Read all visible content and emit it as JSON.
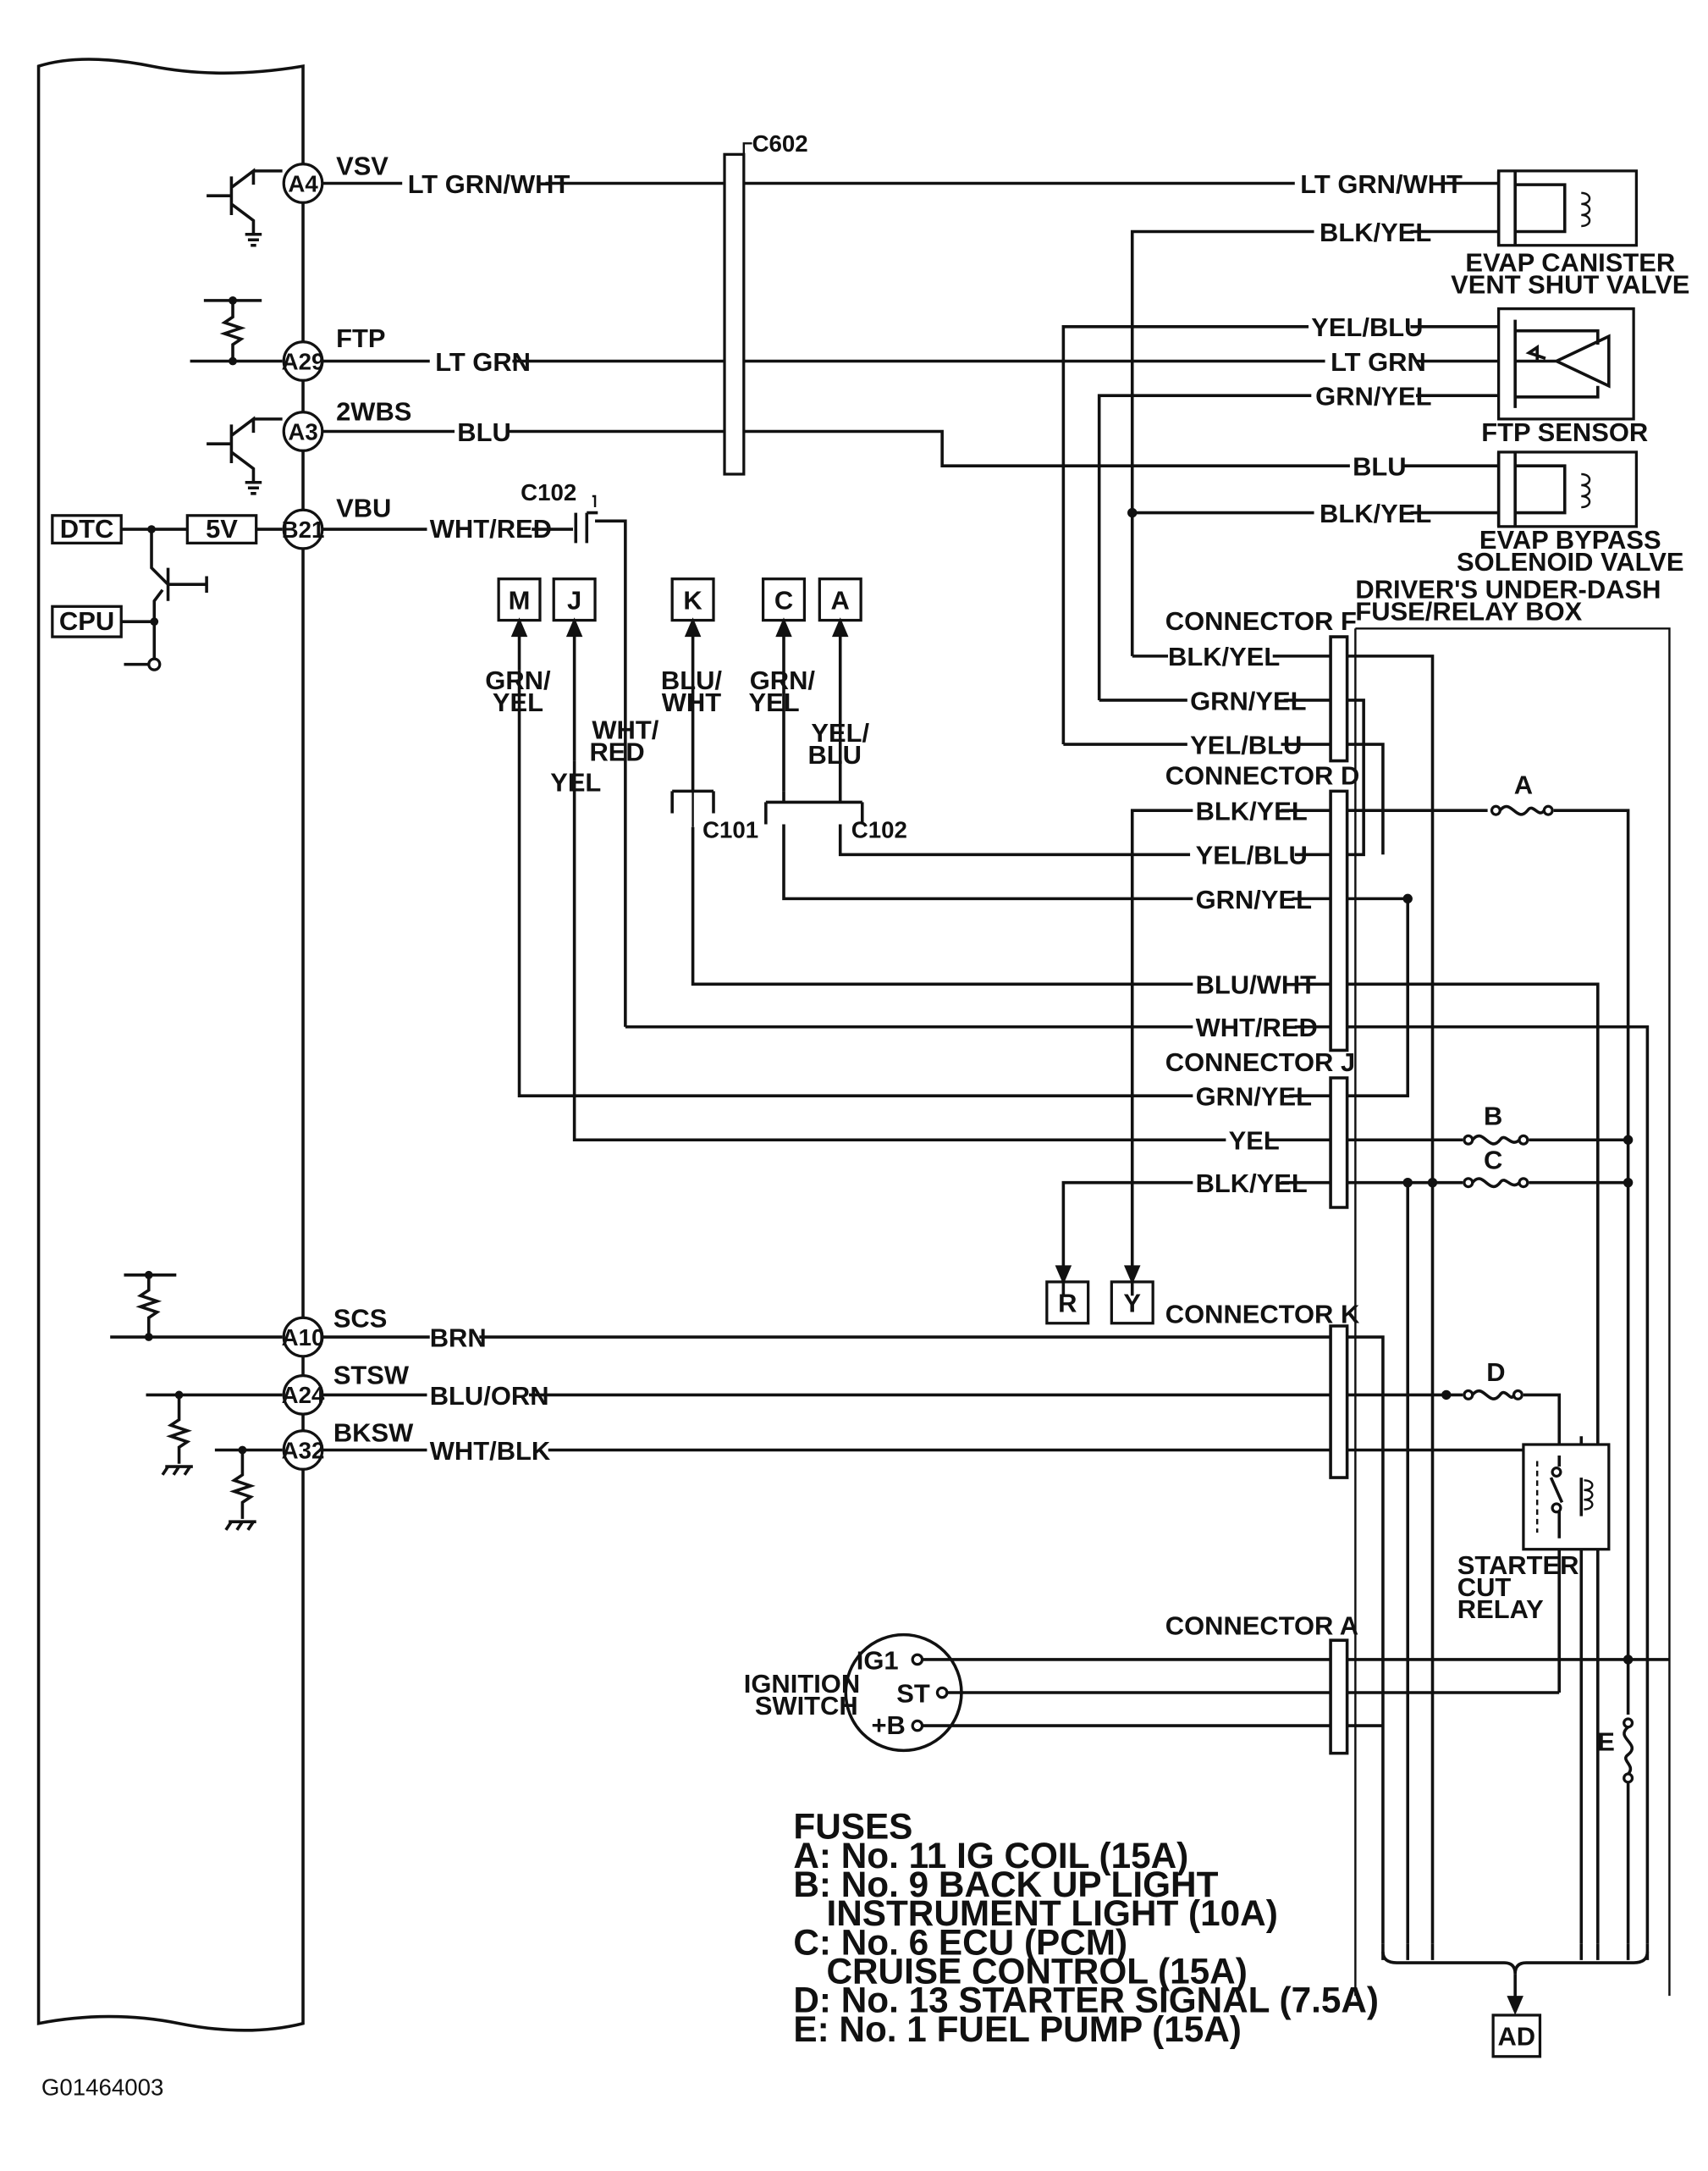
{
  "ecu_terminals": {
    "a4": "A4",
    "a29": "A29",
    "a3": "A3",
    "b21": "B21",
    "a10": "A10",
    "a24": "A24",
    "a32": "A32"
  },
  "signals": {
    "vsv": "VSV",
    "ftp": "FTP",
    "wbs": "2WBS",
    "vbu": "VBU",
    "scs": "SCS",
    "stsw": "STSW",
    "bksw": "BKSW"
  },
  "internal_boxes": {
    "dtc": "DTC",
    "five_v": "5V",
    "cpu": "CPU"
  },
  "wire_colors": {
    "lt_grn_wht": "LT GRN/WHT",
    "lt_grn": "LT GRN",
    "blu": "BLU",
    "wht_red": "WHT/RED",
    "blk_yel": "BLK/YEL",
    "yel_blu": "YEL/BLU",
    "grn_yel": "GRN/YEL",
    "blu_wht": "BLU/WHT",
    "yel": "YEL",
    "brn": "BRN",
    "blu_orn": "BLU/ORN",
    "wht_blk": "WHT/BLK",
    "grn_yel_v": [
      "GRN/",
      "YEL"
    ],
    "wht_red_v": [
      "WHT/",
      "RED"
    ],
    "blu_wht_v": [
      "BLU/",
      "WHT"
    ],
    "yel_blu_v": [
      "YEL/",
      "BLU"
    ]
  },
  "connectors": {
    "c602": "C602",
    "c102": "C102",
    "c101": "C101",
    "f": "CONNECTOR F",
    "d": "CONNECTOR D",
    "j": "CONNECTOR J",
    "k": "CONNECTOR K",
    "a": "CONNECTOR A"
  },
  "components": {
    "evap_canister": [
      "EVAP CANISTER",
      "VENT SHUT VALVE"
    ],
    "ftp_sensor": "FTP SENSOR",
    "evap_bypass": [
      "EVAP BYPASS",
      "SOLENOID VALVE"
    ],
    "fuse_box": [
      "DRIVER'S UNDER-DASH",
      "FUSE/RELAY BOX"
    ],
    "starter_relay": [
      "STARTER",
      "CUT",
      "RELAY"
    ],
    "ignition_switch": [
      "IGNITION",
      "SWITCH"
    ],
    "ig1": "IG1",
    "st": "ST",
    "plus_b": "+B"
  },
  "references": {
    "m": "M",
    "j": "J",
    "k": "K",
    "c": "C",
    "a": "A",
    "r": "R",
    "y": "Y",
    "ad": "AD"
  },
  "fuse_labels": {
    "a": "A",
    "b": "B",
    "c": "C",
    "d": "D",
    "e": "E"
  },
  "fuses_legend": {
    "title": "FUSES",
    "lines": [
      "A: No. 11 IG COIL (15A)",
      "B: No. 9 BACK UP LIGHT",
      "INSTRUMENT LIGHT (10A)",
      "C: No. 6 ECU (PCM)",
      "CRUISE CONTROL (15A)",
      "D: No. 13 STARTER SIGNAL (7.5A)",
      "E: No. 1 FUEL PUMP (15A)"
    ]
  },
  "figure_code": "G01464003"
}
